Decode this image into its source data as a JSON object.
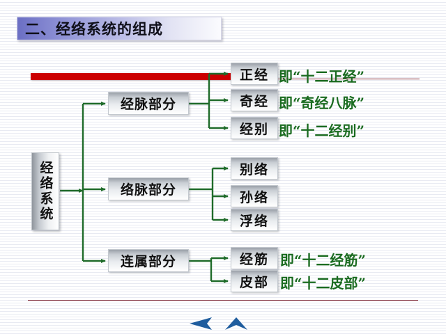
{
  "slide": {
    "title": "二、经络系统的组成",
    "root_node": "经络系统",
    "branches": [
      {
        "label": "经脉部分",
        "children": [
          {
            "label": "正经",
            "note": "即“十二正经”"
          },
          {
            "label": "奇经",
            "note": "即“奇经八脉”"
          },
          {
            "label": "经别",
            "note": "即“十二经别”"
          }
        ]
      },
      {
        "label": "络脉部分",
        "children": [
          {
            "label": "别络",
            "note": ""
          },
          {
            "label": "孙络",
            "note": ""
          },
          {
            "label": "浮络",
            "note": ""
          }
        ]
      },
      {
        "label": "连属部分",
        "children": [
          {
            "label": "经筋",
            "note": "即“十二经筋”"
          },
          {
            "label": "皮部",
            "note": "即“十二皮部”"
          }
        ]
      }
    ],
    "navigation": {
      "previous_label": "◀",
      "up_label": "▲"
    },
    "colors": {
      "title_gradient_start": "#6b6fc4",
      "title_gradient_end": "#fbfbfe",
      "connector_green": "#1f6b2a",
      "note_green": "#1a6b20",
      "red_bar": "#cc0000",
      "rule_dark_red": "#7a2230",
      "nav_blue": "#1f5d9e"
    }
  }
}
